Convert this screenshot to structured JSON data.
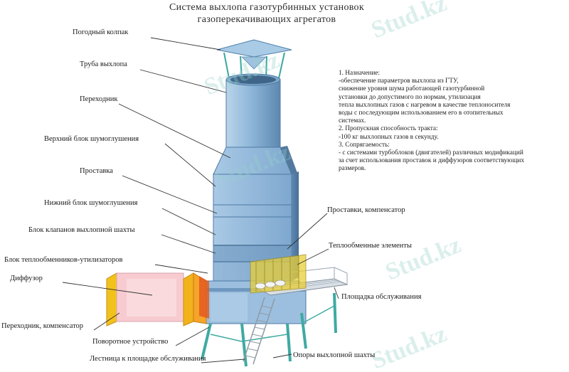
{
  "title": {
    "line1": "Система выхлопа газотурбинных установок",
    "line2": "газоперекачивающих агрегатов"
  },
  "labels": {
    "pogodny_kolpak": "Погодный колпак",
    "truba_vyhlopa": "Труба выхлопа",
    "perehodnik": "Переходник",
    "verhny_blok": "Верхний блок шумоглушения",
    "prostavka": "Проставка",
    "nizhny_blok": "Нижний блок шумоглушения",
    "blok_klapanov": "Блок клапанов выхлопной шахты",
    "blok_teploobmennikov": "Блок теплообменников-утилизаторов",
    "diffuzor": "Диффузор",
    "perehodnik_kompensator": "Переходник, компенсатор",
    "povorotnoe": "Поворотное устройство",
    "lestnica": "Лестница к площадке обслуживания",
    "prostavki_kompensator": "Проставки, компенсатор",
    "teploobmennye": "Теплообменные элементы",
    "ploshchadka": "Площадка обслуживания",
    "opory": "Опоры выхлопной шахты"
  },
  "notes": [
    "1. Назначение:",
    "-обеспечение параметров выхлопа из ГТУ,",
    "снижение уровня шума работающей газотурбинной",
    "установки до допустимого по нормам, утилизация",
    "тепла выхлопных газов с нагревом в качестве теплоносителя",
    "воды с последующим использованием его в отопительных",
    "системах.",
    "2. Пропускная способность тракта:",
    "-100 кг выхлопных газов в секунду.",
    "3. Сопрягаемость:",
    "- с системами турбоблоков (двигателей) различных модификаций",
    "за счет использования проставок и диффузоров соответствующих",
    "размеров."
  ],
  "watermark": "Stud.kz",
  "colors": {
    "steel_blue": "#8ab3d6",
    "steel_dark": "#5d88b0",
    "frame_teal": "#5fb8b0",
    "diffuser_pink": "#f6c9cf",
    "diffuser_yellow": "#f2c21c",
    "platform_yellow": "#e9cf3a"
  }
}
